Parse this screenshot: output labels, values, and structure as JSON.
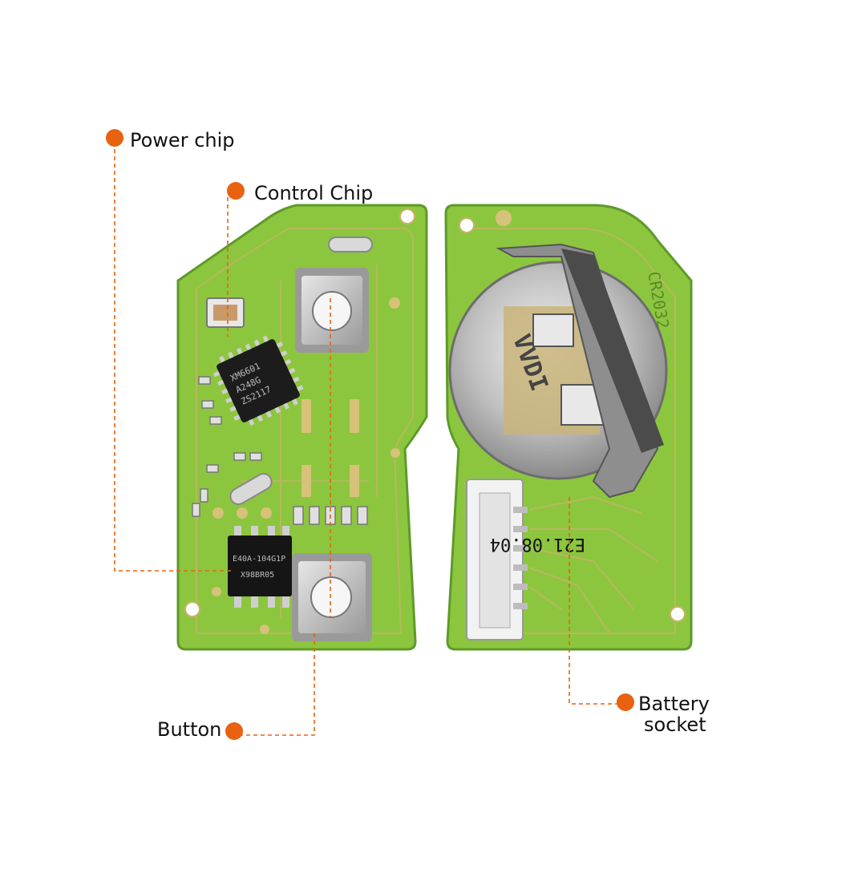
{
  "callouts": {
    "power_chip": "Power chip",
    "control_chip": "Control Chip",
    "button": "Button",
    "battery_line1": "Battery",
    "battery_line2": "socket"
  },
  "board_markings": {
    "control_chip_line1": "XM6601",
    "control_chip_line2": "A248G",
    "control_chip_line3": "ZS2117",
    "power_chip_line1": "E40A-104G1P",
    "power_chip_line2": "X98BR05",
    "battery_brand": "VVDI",
    "battery_model": "CR2032",
    "date_code": "E21.08.04"
  },
  "colors": {
    "pcb_green": "#8cc63e",
    "pcb_dark": "#5e9a2a",
    "callout_orange": "#e8620f",
    "metal": "#c9c9c9"
  }
}
